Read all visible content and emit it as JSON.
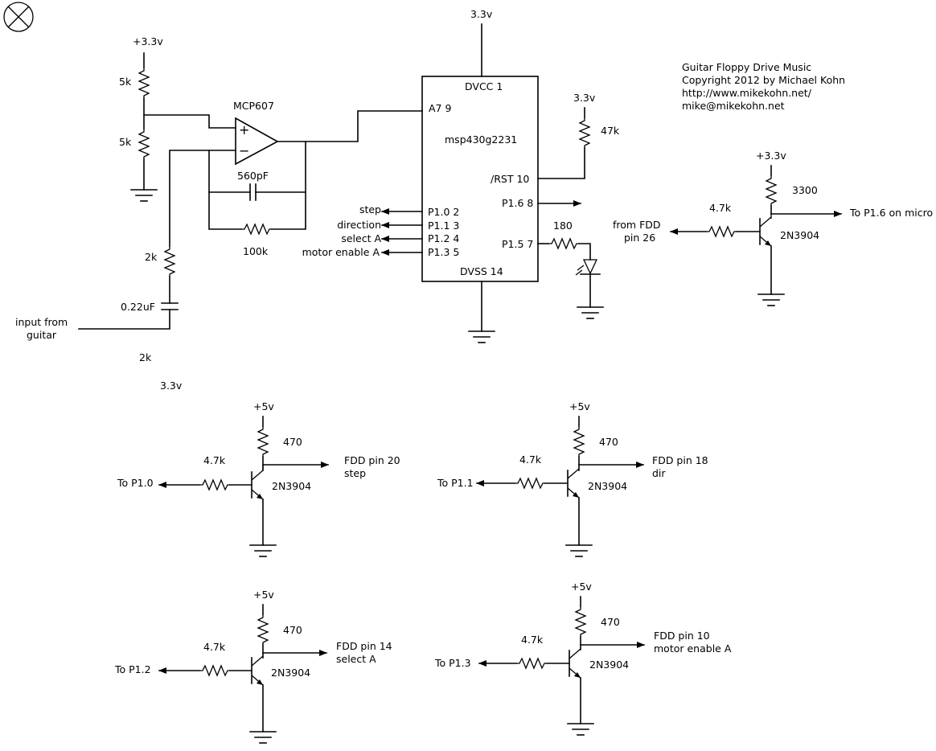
{
  "title_block": {
    "line1": "Guitar Floppy Drive Music",
    "line2": "Copyright 2012 by Michael Kohn",
    "line3": "http://www.mikekohn.net/",
    "line4": "mike@mikekohn.net"
  },
  "input_section": {
    "supply": "+3.3v",
    "r_top": "5k",
    "r_bottom": "5k",
    "opamp": "MCP607",
    "opamp_plus": "+",
    "opamp_minus": "−",
    "cap_feedback": "560pF",
    "r_feedback": "100k",
    "r_input": "2k",
    "cap_input": "0.22uF",
    "input_label_1": "input from",
    "input_label_2": "guitar",
    "stray_2k": "2k",
    "stray_33v": "3.3v"
  },
  "mcu": {
    "supply": "3.3v",
    "dvcc": "DVCC 1",
    "name": "msp430g2231",
    "a7": "A7 9",
    "rst": "/RST 10",
    "p16": "P1.6 8",
    "p15": "P1.5 7",
    "p10": "P1.0 2",
    "p11": "P1.1 3",
    "p12": "P1.2 4",
    "p13": "P1.3 5",
    "dvss": "DVSS 14",
    "out_step": "step",
    "out_direction": "direction",
    "out_select": "select A",
    "out_motor": "motor enable A",
    "rst_supply": "3.3v",
    "rst_resistor": "47k",
    "led_resistor": "180"
  },
  "sense_circuit": {
    "supply": "+3.3v",
    "r_collector": "3300",
    "r_base": "4.7k",
    "transistor": "2N3904",
    "from_label_1": "from FDD",
    "from_label_2": "pin 26",
    "to_label": "To P1.6 on micro"
  },
  "drivers": [
    {
      "supply": "+5v",
      "r_collector": "470",
      "r_base": "4.7k",
      "transistor": "2N3904",
      "input": "To P1.0",
      "out1": "FDD pin 20",
      "out2": "step"
    },
    {
      "supply": "+5v",
      "r_collector": "470",
      "r_base": "4.7k",
      "transistor": "2N3904",
      "input": "To P1.1",
      "out1": "FDD pin 18",
      "out2": "dir"
    },
    {
      "supply": "+5v",
      "r_collector": "470",
      "r_base": "4.7k",
      "transistor": "2N3904",
      "input": "To P1.2",
      "out1": "FDD pin 14",
      "out2": "select A"
    },
    {
      "supply": "+5v",
      "r_collector": "470",
      "r_base": "4.7k",
      "transistor": "2N3904",
      "input": "To P1.3",
      "out1": "FDD pin 10",
      "out2": "motor enable A"
    }
  ]
}
